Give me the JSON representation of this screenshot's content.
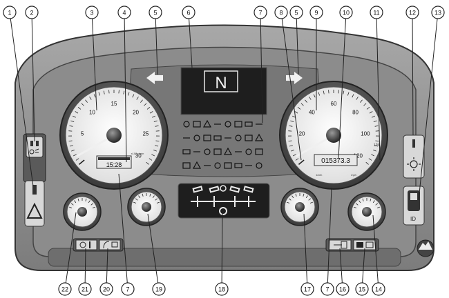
{
  "callouts": {
    "top": [
      {
        "id": "c1",
        "label": "1"
      },
      {
        "id": "c2",
        "label": "2"
      },
      {
        "id": "c3",
        "label": "3"
      },
      {
        "id": "c4",
        "label": "4"
      },
      {
        "id": "c5a",
        "label": "5"
      },
      {
        "id": "c6",
        "label": "6"
      },
      {
        "id": "c7a",
        "label": "7"
      },
      {
        "id": "c8",
        "label": "8"
      },
      {
        "id": "c5b",
        "label": "5"
      },
      {
        "id": "c9",
        "label": "9"
      },
      {
        "id": "c10",
        "label": "10"
      },
      {
        "id": "c11",
        "label": "11"
      },
      {
        "id": "c12",
        "label": "12"
      },
      {
        "id": "c13",
        "label": "13"
      }
    ],
    "bottom": [
      {
        "id": "c22",
        "label": "22"
      },
      {
        "id": "c21",
        "label": "21"
      },
      {
        "id": "c20",
        "label": "20"
      },
      {
        "id": "c7b",
        "label": "7"
      },
      {
        "id": "c19",
        "label": "19"
      },
      {
        "id": "c18",
        "label": "18"
      },
      {
        "id": "c17",
        "label": "17"
      },
      {
        "id": "c7c",
        "label": "7"
      },
      {
        "id": "c16",
        "label": "16"
      },
      {
        "id": "c15",
        "label": "15"
      },
      {
        "id": "c14",
        "label": "14"
      }
    ]
  },
  "display": {
    "gear": "N",
    "clock": "15:28",
    "odometer": "015373.3",
    "tacho_unit": "x100 r/min"
  },
  "tachometer": {
    "ticks": [
      "5",
      "10",
      "15",
      "20",
      "25",
      "30"
    ]
  },
  "speedometer": {
    "ticks": [
      "20",
      "40",
      "60",
      "80",
      "100",
      "120"
    ],
    "outer_ticks": [
      "125"
    ],
    "left_unit": "km/h",
    "right_unit": "mph"
  },
  "colors": {
    "panel": "#8f8f8f",
    "panel_light": "#b9b9b9",
    "gauge_face": "#f3f3f3",
    "lcd": "#1c1c1c",
    "ink": "#1a1a1a"
  },
  "icons": [
    "left-turn-arrow-icon",
    "right-turn-arrow-icon",
    "warning-triangle-icon",
    "light-icon",
    "axle-diagram-icon",
    "fuel-pump-icon",
    "coolant-icon"
  ]
}
